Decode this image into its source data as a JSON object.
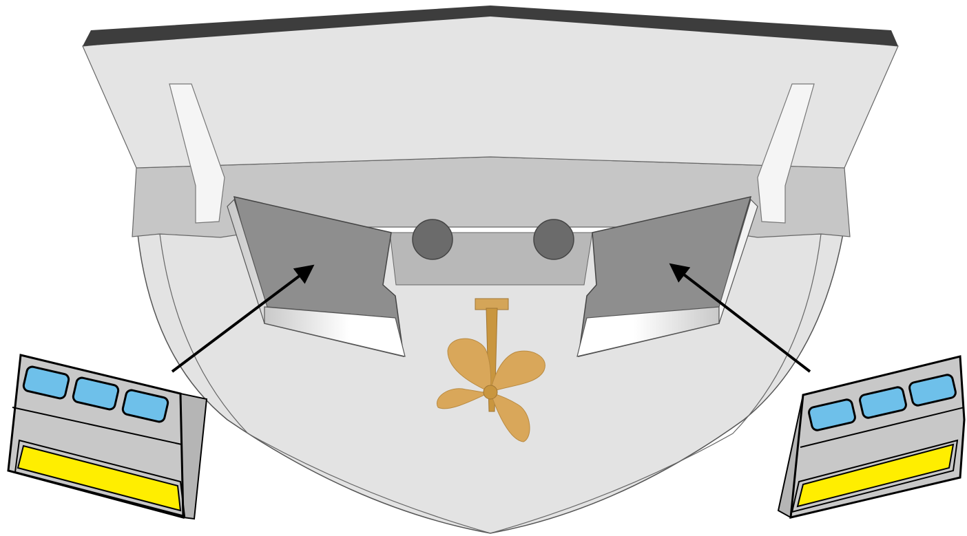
{
  "diagram": {
    "subject": "boat-stern-with-trim-tabs",
    "colors": {
      "hull_light": "#e2e2e2",
      "hull_mid": "#cfcfcf",
      "hull_shadow": "#bdbdbd",
      "deck_edge": "#3a3a3a",
      "recess_dark": "#8a8a8a",
      "exhaust": "#6b6b6b",
      "propeller": "#d9a75a",
      "display_screen": "#ffee00",
      "display_buttons": "#6ec0ea",
      "arrow": "#000000"
    },
    "components": {
      "left_controller": {
        "buttons": 3
      },
      "right_controller": {
        "buttons": 3
      },
      "exhaust_ports": 2,
      "propeller_blades": 4,
      "trim_tabs": 2,
      "arrows": 2
    }
  }
}
